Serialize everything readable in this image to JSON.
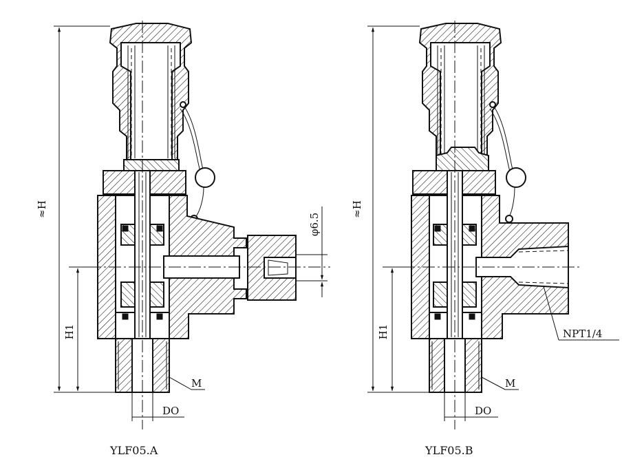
{
  "views": [
    {
      "caption": "YLF05.A",
      "height_label": "≈H",
      "h1_label": "H1",
      "thread_label": "M",
      "bore_label": "DO",
      "port_label": "φ6.5"
    },
    {
      "caption": "YLF05.B",
      "height_label": "≈H",
      "h1_label": "H1",
      "thread_label": "M",
      "bore_label": "DO",
      "port_label": "NPT1/4"
    }
  ]
}
